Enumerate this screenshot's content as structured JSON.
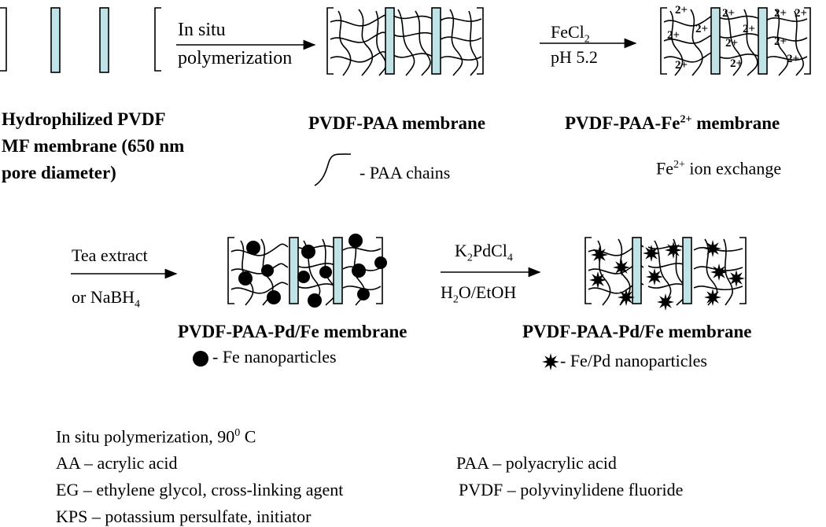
{
  "steps": {
    "polymerization": {
      "line1": "In situ",
      "line2": "polymerization"
    },
    "fe_exchange": {
      "reagent": "FeCl",
      "reagent_sub": "2",
      "condition": "pH 5.2"
    },
    "reduction": {
      "line1": "Tea extract",
      "line2_prefix": "or  NaBH",
      "line2_sub": "4"
    },
    "pd_deposition": {
      "reagent_a": "K",
      "reagent_a_sub": "2",
      "reagent_b": "PdCl",
      "reagent_b_sub": "4",
      "solvent_a": "H",
      "solvent_a_sub": "2",
      "solvent_b": "O/EtOH"
    }
  },
  "membranes": {
    "start": {
      "line1": "Hydrophilized PVDF",
      "line2": "MF membrane (650 nm",
      "line3": " pore diameter)"
    },
    "paa": {
      "label": "PVDF-PAA membrane"
    },
    "fe": {
      "label_prefix": "PVDF-PAA-Fe",
      "label_sup": "2+",
      "label_suffix": " membrane"
    },
    "pdfe_1": {
      "label": "PVDF-PAA-Pd/Fe membrane"
    },
    "pdfe_2": {
      "label": "PVDF-PAA-Pd/Fe membrane"
    }
  },
  "ion_label": "2+",
  "legends": {
    "paa_chains": "- PAA chains",
    "fe_exchange_prefix": "Fe",
    "fe_exchange_sup": "2+",
    "fe_exchange_suffix": " ion exchange",
    "fe_nanoparticles": "- Fe nanoparticles",
    "fepd_nanoparticles": "- Fe/Pd nanoparticles"
  },
  "notes": {
    "polymerization_prefix": "In situ polymerization, 90",
    "polymerization_sup": "0",
    "polymerization_suffix": " C",
    "aa": "AA – acrylic acid",
    "eg": "EG – ethylene glycol, cross-linking agent",
    "kps": "KPS – potassium persulfate, initiator",
    "paa": "PAA – polyacrylic acid",
    "pvdf": "PVDF – polyvinylidene fluoride"
  },
  "colors": {
    "membrane_layer": "#bfe3e6",
    "stroke": "#000000"
  }
}
